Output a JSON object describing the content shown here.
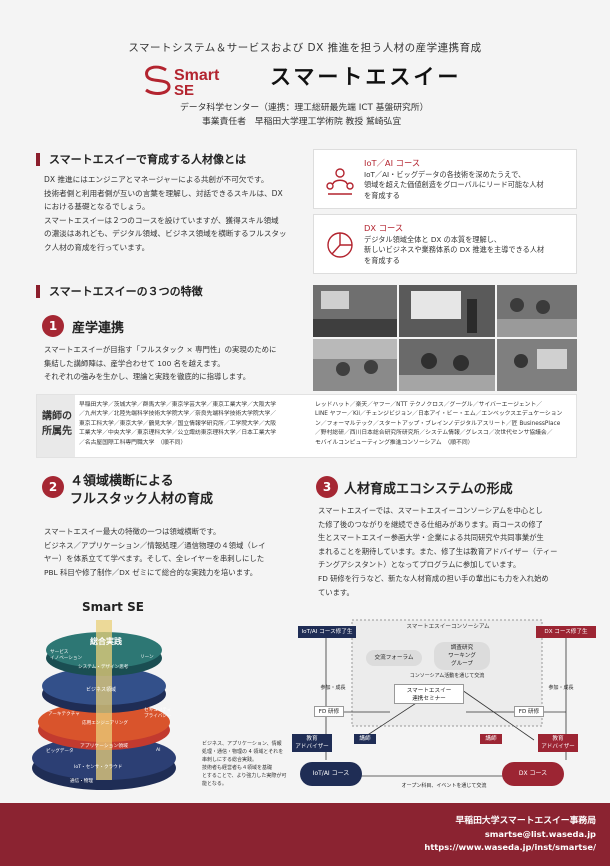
{
  "header": {
    "tagline": "スマートシステム＆サービスおよび DX 推進を担う人材の産学連携育成",
    "logo_text": "Smart SE",
    "title": "スマートエスイー",
    "dept": "データ科学センター（連携：理工総研最先端 ICT 基盤研究所）",
    "responsible": "事業責任者　早稲田大学理工学術院 教授 鷲崎弘宜"
  },
  "section1": {
    "heading": "スマートエスイーで育成する人材像とは",
    "para1": [
      "DX 推進にはエンジニアとマネージャーによる共創が不可欠です。",
      "技術者側と利用者側が互いの言葉を理解し、対話できるスキルは、DX",
      "における基礎となるでしょう。"
    ],
    "para2": [
      "スマートエスイーは２つのコースを設けていますが、獲得スキル領域",
      "の濃淡はあれども、デジタル領域、ビジネス領域を横断するフルスタッ",
      "ク人材の育成を行っています。"
    ],
    "courses": [
      {
        "title": "IoT／AI コース",
        "desc": [
          "IoT／AI・ビッグデータの各技術を深めたうえで、",
          "領域を超えた価値創造をグローバルにリード可能な人材",
          "を育成する"
        ]
      },
      {
        "title": "DX コース",
        "desc": [
          "デジタル領域全体と DX の本質を理解し、",
          "新しいビジネスや業務体系の DX 推進を主導できる人材",
          "を育成する"
        ]
      }
    ]
  },
  "section2": {
    "heading": "スマートエスイーの３つの特徴",
    "f1": {
      "num": "1",
      "title": "産学連携",
      "text": [
        "スマートエスイーが目指す「フルスタック × 専門性」の実現のために",
        "集結した講師陣は、産学合わせて 100 名を越えます。",
        "それぞれの強みを生かし、理論と実践を徹底的に指導します。"
      ]
    },
    "lecturer_label": [
      "講師の",
      "所属先"
    ],
    "universities": [
      "早稲田大学／茨城大学／群馬大学／東京学芸大学／東京工業大学／大阪大学",
      "／九州大学／北陸先端科学技術大学院大学／奈良先端科学技術大学院大学／",
      "東京工科大学／東京大学／鶴見大学／国立情報学研究所／工学院大学／大阪",
      "工業大学／中央大学／東京理科大学／公立諏訪東京理科大学／日本工業大学",
      "／名古屋国際工科専門職大学　（順不同）"
    ],
    "companies": [
      "レッドハット／楽天／ヤフー／NTT テクノクロス／グーグル／サイバーエージェント／",
      "LINE ヤフー／Kii／チェンジビジョン／日本アイ・ビー・エム／エンベックスエデュケーション",
      "ン／フォーマルテック／スタートアップ・ブレインノデジタルアスリート／匠 BusinessPlace",
      "／野村総研／西川日本総合研究所研究所／システム情報／グレスコ／次世代センサ協議会／",
      "モバイルコンピューティング推進コンソーシアム　（順不同）"
    ],
    "f2": {
      "num": "2",
      "title_l1": "４領域横断による",
      "title_l2": "フルスタック人材の育成",
      "text": [
        "スマートエスイー最大の特徴の一つは領域横断です。",
        "ビジネス／アプリケーション／情報処理／通信物理の４領域（レイ",
        "ヤー）を体系立てて学べます。そして、全レイヤーを串刺しにした",
        "PBL 科目や修了制作／DX ゼミにて総合的な実践力を培います。"
      ]
    },
    "f3": {
      "num": "3",
      "title": "人材育成エコシステムの形成",
      "text": [
        "スマートエスイーでは、スマートエスイーコンソーシアムを中心とし",
        "た修了後のつながりを継続できる仕組みがあります。両コースの修了",
        "生とスマートエスイー参画大学・企業による共同研究や共同事業が生",
        "まれることを期待しています。また、修了生は教育アドバイザー（ティー",
        "チングアシスタント）となってプログラムに参加しています。",
        "FD 研修を行うなど、新たな人材育成の担い手の輩出にも力を入れ始め",
        "ています。"
      ]
    }
  },
  "diagram": {
    "title": "Smart SE",
    "top": "総合実践",
    "layers": [
      "ビジネス領域",
      "アーキテクチャ",
      "応用エンジニアリング",
      "アプリケーション領域",
      "ビッグデータ",
      "IoT・センサ・クラウド",
      "通信・物理"
    ],
    "labels": [
      "サービス",
      "イノベーション",
      "システム・デザイン思考",
      "リーン",
      "セキュリティ",
      "プライバシー",
      "AI"
    ],
    "note": [
      "ビジネス、アプリケーション、情報",
      "処理・通信・物理の 4 領域とそれを",
      "串刺しにする総合実践。",
      "技術者も経営者も４領域を基礎",
      "とすることで、より強力した実際が可",
      "能となる。"
    ]
  },
  "eco": {
    "consortium": "スマートエスイーコンソーシアム",
    "iot_grad": "IoT/AI コース修了生",
    "dx_grad": "DX コース修了生",
    "forum": "交流フォーラム",
    "wg": [
      "調査研究",
      "ワーキング",
      "グループ"
    ],
    "activity": "コンソーシアム活動を通じて交流",
    "seminar": [
      "スマートエスイー",
      "連携セミナー"
    ],
    "sanka": "参加・成長",
    "fd": "FD 研修",
    "adv": [
      "教育",
      "アドバイザー"
    ],
    "lecturer": "講師",
    "iot_course": "IoT/AI コース",
    "dx_course": "DX コース",
    "open": "オープン科目、イベントを通じて交流"
  },
  "footer": {
    "office": "早稲田大学スマートエスイー事務局",
    "email": "smartse@list.waseda.jp",
    "url": "https://www.waseda.jp/inst/smartse/"
  },
  "colors": {
    "accent": "#8b2331",
    "navy": "#1f2d55"
  }
}
